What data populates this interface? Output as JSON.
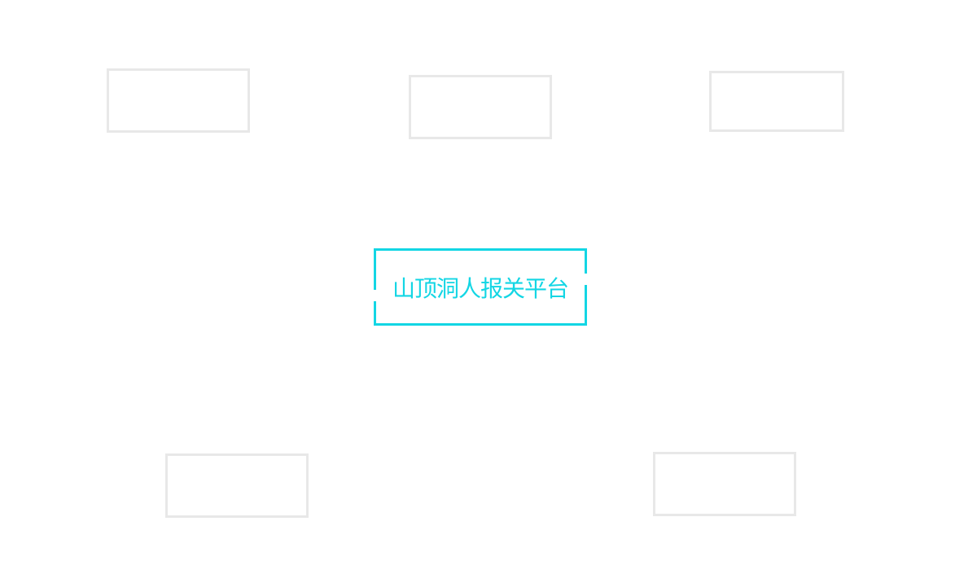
{
  "diagram": {
    "center": {
      "label": "山顶洞人报关平台"
    },
    "nodes": [
      {
        "id": "node-top-left",
        "label": ""
      },
      {
        "id": "node-top-center",
        "label": ""
      },
      {
        "id": "node-top-right",
        "label": ""
      },
      {
        "id": "node-bottom-left",
        "label": ""
      },
      {
        "id": "node-bottom-right",
        "label": ""
      }
    ]
  },
  "colors": {
    "accent": "#13d6e4",
    "node_border": "#e8e8e8",
    "background": "#ffffff"
  }
}
